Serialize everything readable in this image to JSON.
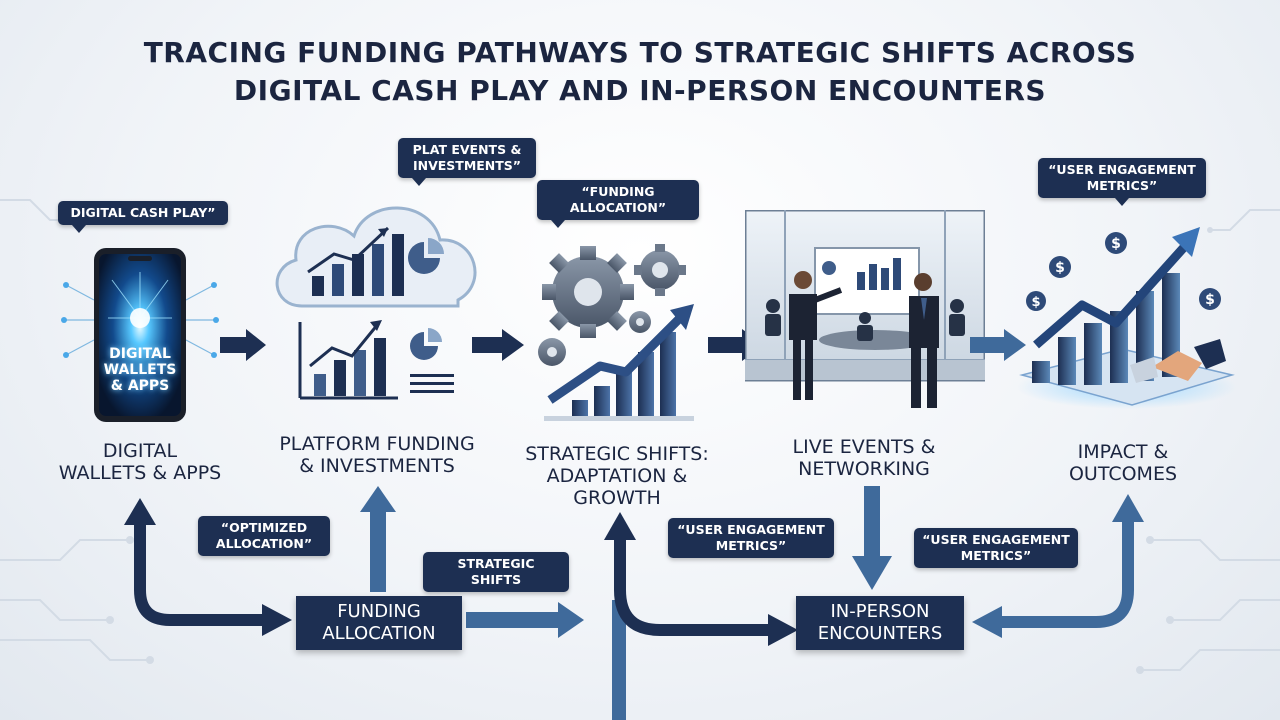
{
  "title": {
    "line1": "TRACING FUNDING PATHWAYS TO STRATEGIC SHIFTS ACROSS",
    "line2": "DIGITAL CASH PLAY AND IN-PERSON ENCOUNTERS"
  },
  "stages": {
    "digital": {
      "bubble": "DIGITAL CASH PLAY”",
      "phone_text": "DIGITAL WALLETS & APPS",
      "label_line1": "DIGITAL",
      "label_line2": "WALLETS & APPS"
    },
    "platform": {
      "bubble_line1": "PLAT EVENTS &",
      "bubble_line2": "INVESTMENTS”",
      "label_line1": "PLATFORM FUNDING",
      "label_line2": "& INVESTMENTS"
    },
    "strategic": {
      "bubble_line1": "“FUNDING",
      "bubble_line2": "ALLOCATION”",
      "label_line1": "STRATEGIC SHIFTS:",
      "label_line2": "ADAPTATION &",
      "label_line3": "GROWTH"
    },
    "live": {
      "label_line1": "LIVE EVENTS &",
      "label_line2": "NETWORKING"
    },
    "impact": {
      "bubble_line1": "“USER ENGAGEMENT",
      "bubble_line2": "METRICS”",
      "label_line1": "IMPACT &",
      "label_line2": "OUTCOMES"
    }
  },
  "bottom": {
    "optimized_line1": "“OPTIMIZED",
    "optimized_line2": "ALLOCATION”",
    "funding_box_line1": "FUNDING",
    "funding_box_line2": "ALLOCATION",
    "strategic_tag": "STRATEGIC SHIFTS",
    "engagement_left_line1": "“USER ENGAGEMENT",
    "engagement_left_line2": "METRICS”",
    "inperson_box_line1": "IN-PERSON",
    "inperson_box_line2": "ENCOUNTERS",
    "engagement_right_line1": "“USER ENGAGEMENT",
    "engagement_right_line2": "METRICS”"
  },
  "icons": {
    "dollar_symbol": "$"
  },
  "colors": {
    "navy": "#1d2f52",
    "steel_blue": "#3f6a9b",
    "light_blue": "#5b88b8",
    "glow": "#34b6ff"
  }
}
